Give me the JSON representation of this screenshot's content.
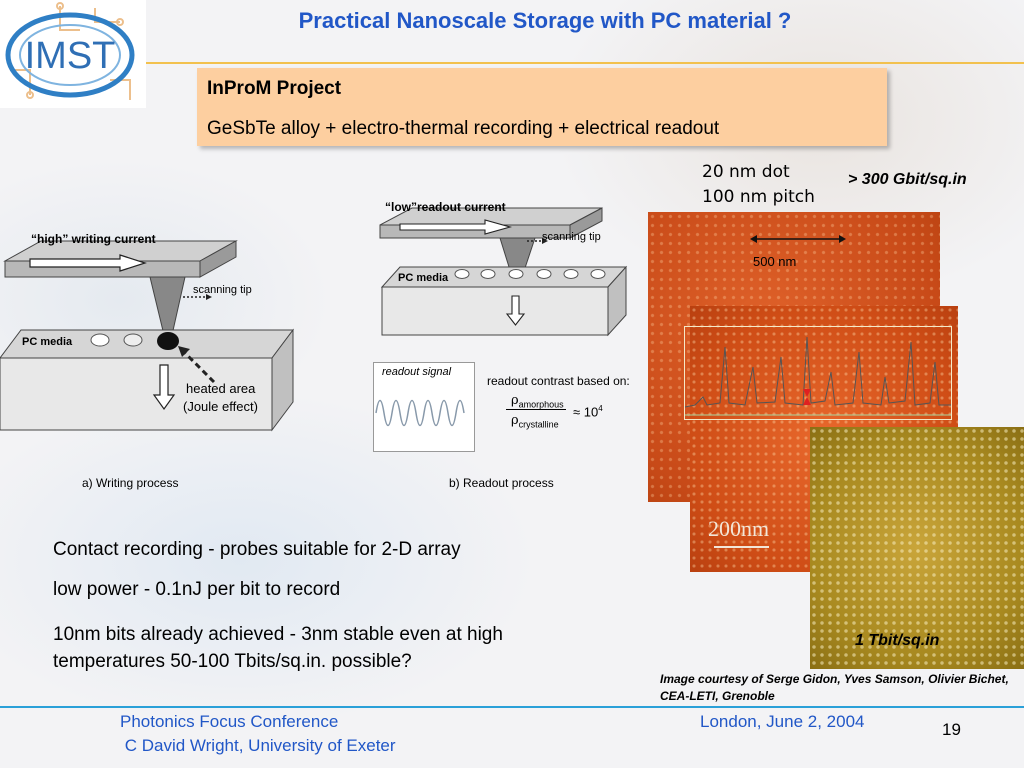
{
  "title": "Practical Nanoscale Storage with PC material ?",
  "logo": {
    "text": "IMST"
  },
  "inprom": {
    "title": "InProM Project",
    "text": "GeSbTe alloy + electro-thermal recording + electrical readout"
  },
  "diagram_a": {
    "write_current": "“high” writing current",
    "scanning_tip": "scanning tip",
    "media": "PC media",
    "heated_line1": "heated area",
    "heated_line2": "(Joule effect)",
    "caption": "a) Writing process"
  },
  "diagram_b": {
    "read_current": "“low”readout current",
    "scanning_tip": "scanning tip",
    "media": "PC media",
    "signal_label": "readout signal",
    "contrast_label": "readout contrast based on:",
    "rho_amorphous": "amorphous",
    "rho_crystalline": "crystalline",
    "approx": "≈ 10",
    "exponent": "4",
    "caption": "b) Readout process"
  },
  "images": {
    "dot_line1": "20 nm dot",
    "dot_line2": "100 nm pitch",
    "density_300": "> 300 Gbit/sq.in",
    "scale_500": "500 nm",
    "scale_200": "200nm",
    "density_1t": "1 Tbit/sq.in",
    "credit": "Image courtesy of Serge Gidon, Yves Samson, Olivier Bichet, CEA-LETI, Grenoble"
  },
  "bullets": [
    "Contact recording - probes suitable for 2-D array",
    "low power  - 0.1nJ per bit to record",
    "10nm bits already achieved - 3nm stable even at high temperatures 50-100 Tbits/sq.in. possible?"
  ],
  "footer": {
    "left1": "Photonics Focus Conference",
    "left2": " C David Wright, University of Exeter",
    "right": "London, June 2, 2004",
    "page": "19"
  },
  "colors": {
    "title": "#2157c7",
    "rule_top": "#f2c14e",
    "rule_bottom": "#2aa0d8",
    "box": "#fdcfa0",
    "afm_orange": "#d4501e",
    "afm_gold": "#b99520"
  }
}
